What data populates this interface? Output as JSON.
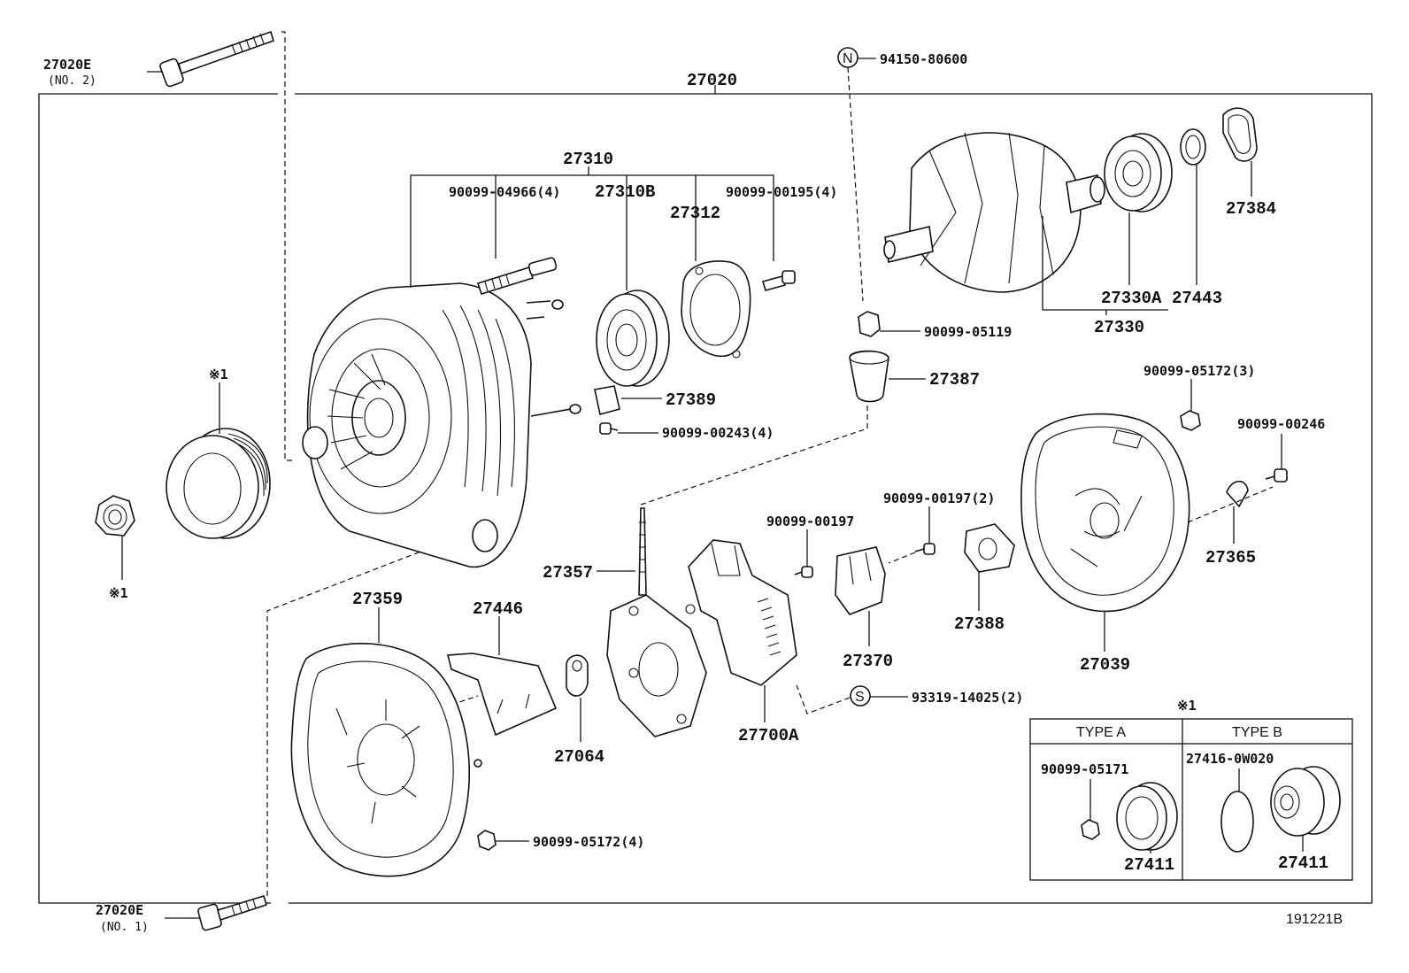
{
  "diagram_id": "191221B",
  "callouts": {
    "assembly": "27020",
    "bolt_no2": "27020E",
    "bolt_no2_note": "(NO. 2)",
    "bolt_no1": "27020E",
    "bolt_no1_note": "(NO. 1)",
    "n_marker": "N",
    "n_part": "94150-80600",
    "s_marker": "S",
    "s_part": "93319-14025(2)",
    "frame_group": "27310",
    "frame_bolt": "90099-04966(4)",
    "bearing_front": "27310B",
    "retainer": "27312",
    "retainer_screw": "90099-00195(4)",
    "insulator": "27389",
    "insulator_screw": "90099-00243(4)",
    "rotor_group": "27330",
    "rotor_bearing": "27330A",
    "rotor_ring": "27443",
    "rotor_cover": "27384",
    "pulley_nut_mark": "※1",
    "pulley_mark": "※1",
    "terminal_nut": "90099-05119",
    "terminal_insulator": "27387",
    "rear_nut": "90099-05172(3)",
    "rear_screw": "90099-00246",
    "rear_cover": "27039",
    "plate_clip": "27365",
    "brush_screw_2": "90099-00197(2)",
    "brush_screw": "90099-00197",
    "brush_cover": "27388",
    "brush_holder": "27370",
    "rectifier": "27357",
    "regulator": "27700A",
    "rear_frame": "27359",
    "plate": "27446",
    "gasket": "27064",
    "rear_frame_nut": "90099-05172(4)"
  },
  "inset": {
    "mark": "※1",
    "type_a": {
      "title": "TYPE A",
      "nut": "90099-05171",
      "pulley": "27411"
    },
    "type_b": {
      "title": "TYPE B",
      "cap": "27416-0W020",
      "pulley": "27411"
    }
  }
}
